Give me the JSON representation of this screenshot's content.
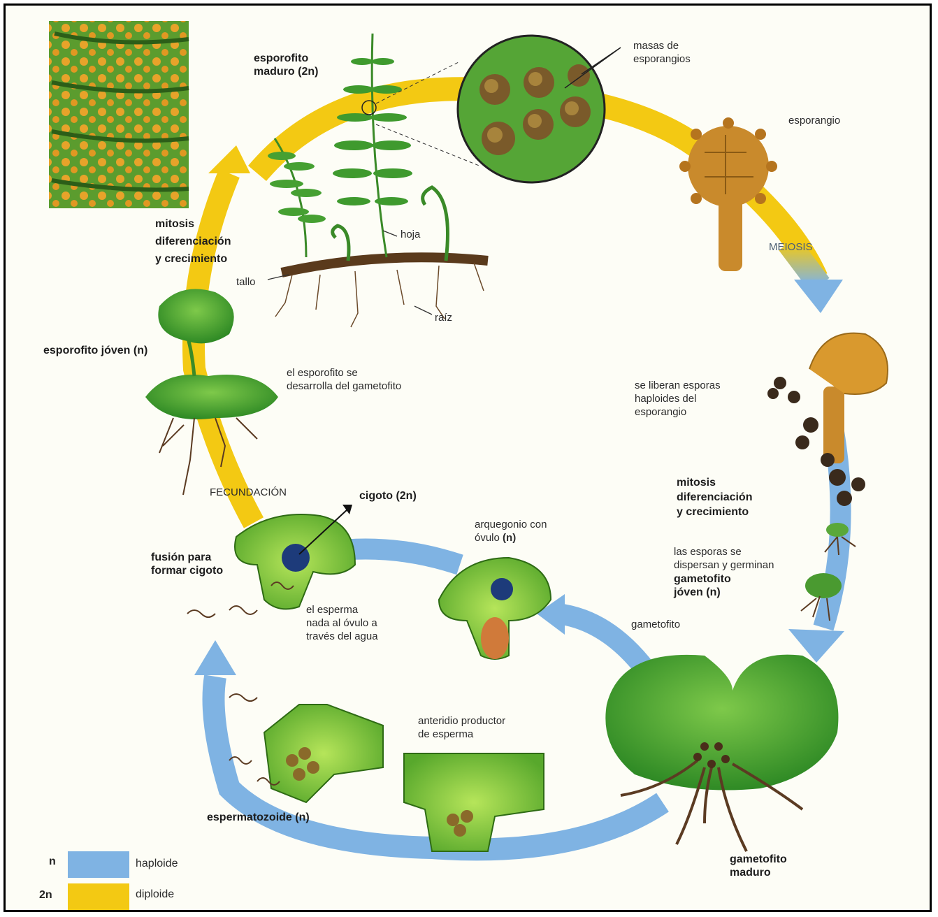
{
  "labels": {
    "esporofito_maduro": "esporofito\nmaduro (2n)",
    "masas": "masas de\nesporangios",
    "esporangio": "esporangio",
    "meiosis": "MEIOSIS",
    "hoja": "hoja",
    "tallo": "tallo",
    "raiz": "raíz",
    "mitosis_top": "mitosis\ndiferenciación\ny crecimiento",
    "esporofito_joven": "esporofito jóven (n)",
    "esporofito_se": "el esporofito se\ndesarrolla del gametofito",
    "liberan": "se liberan esporas\nhaploides del\nesporangio",
    "mitosis_right": "mitosis\ndiferenciación\ny crecimiento",
    "fecundacion": "FECUNDACIÓN",
    "cigoto": "cigoto (2n)",
    "arquegonio_a": "arquegonio con\nóvulo ",
    "arquegonio_b": "(n)",
    "dispersan": "las esporas se\ndispersan y germinan",
    "gametofito_joven": "gametofito\njóven (n)",
    "fusion": "fusión para\nformar cigoto",
    "esperma_nada": "el esperma\nnada al óvulo a\ntravés del agua",
    "gametofito": "gametofito",
    "anteridio": "anteridio productor\nde esperma",
    "espermatozoide": "espermatozoide (n)",
    "gametofito_maduro": "gametofito\nmaduro"
  },
  "legend": {
    "n_symbol": "n",
    "n_label": "haploide",
    "n2_symbol": "2n",
    "n2_label": "diploide"
  },
  "colors": {
    "haploid": "#7fb3e3",
    "diploid": "#f3c913",
    "plant_green": "#3f9a2e",
    "cell_green": "#8ccf3a",
    "sporangium": "#c98a2c"
  }
}
